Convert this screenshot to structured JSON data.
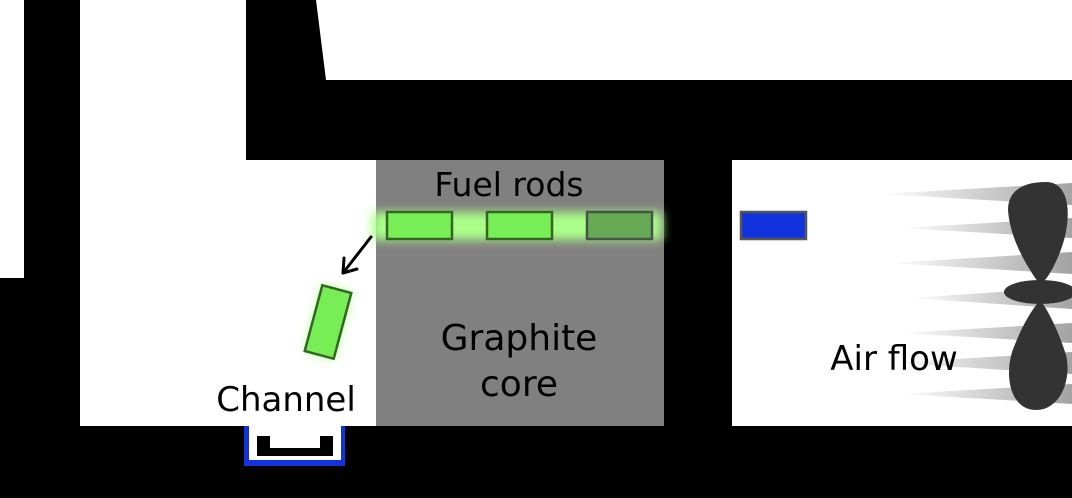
{
  "labels": {
    "fuel_rods": "Fuel rods",
    "graphite_core_line1": "Graphite",
    "graphite_core_line2": "core",
    "channel": "Channel",
    "air_flow": "Air flow"
  },
  "colors": {
    "structure": "#000000",
    "background": "#ffffff",
    "graphite": "#808080",
    "fuel_rod": "#77ee55",
    "fuel_rod_glow": "#aaff88",
    "fuel_rod_dim": "#66aa55",
    "cold_rod": "#1133dd",
    "channel_water": "#1133dd",
    "fan": "#333333",
    "air_stream": "#999999"
  },
  "icons": {
    "fan": "fan-propeller-icon",
    "arrow_into_core": "arrow-left-icon",
    "arrow_to_channel": "arrow-down-left-icon"
  }
}
